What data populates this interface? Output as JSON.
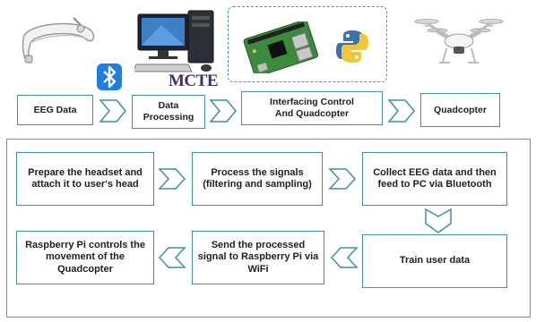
{
  "top_row": {
    "eeg": "EEG Data",
    "processing": "Data Processing",
    "interfacing_line1": "Interfacing Control",
    "interfacing_line2": "And Quadcopter",
    "quadcopter": "Quadcopter"
  },
  "logos": {
    "bluetooth": "bluetooth-icon",
    "mcte": "MCTE",
    "python": "python-icon"
  },
  "flow": {
    "step1": "Prepare the headset and attach it to user's head",
    "step2": "Process the signals (filtering and sampling)",
    "step3": "Collect EEG data and then feed to PC via Bluetooth",
    "step4": "Train user data",
    "step5": "Send the processed signal to Raspberry Pi via WiFi",
    "step6": "Raspberry Pi controls the movement of the Quadcopter"
  },
  "colors": {
    "box_border": "#3d8fa3",
    "chevron": "#3d8fa3",
    "frame": "#8a8a8a",
    "dashed": "#4a8fd0",
    "bluetooth": "#1f7fe0"
  }
}
